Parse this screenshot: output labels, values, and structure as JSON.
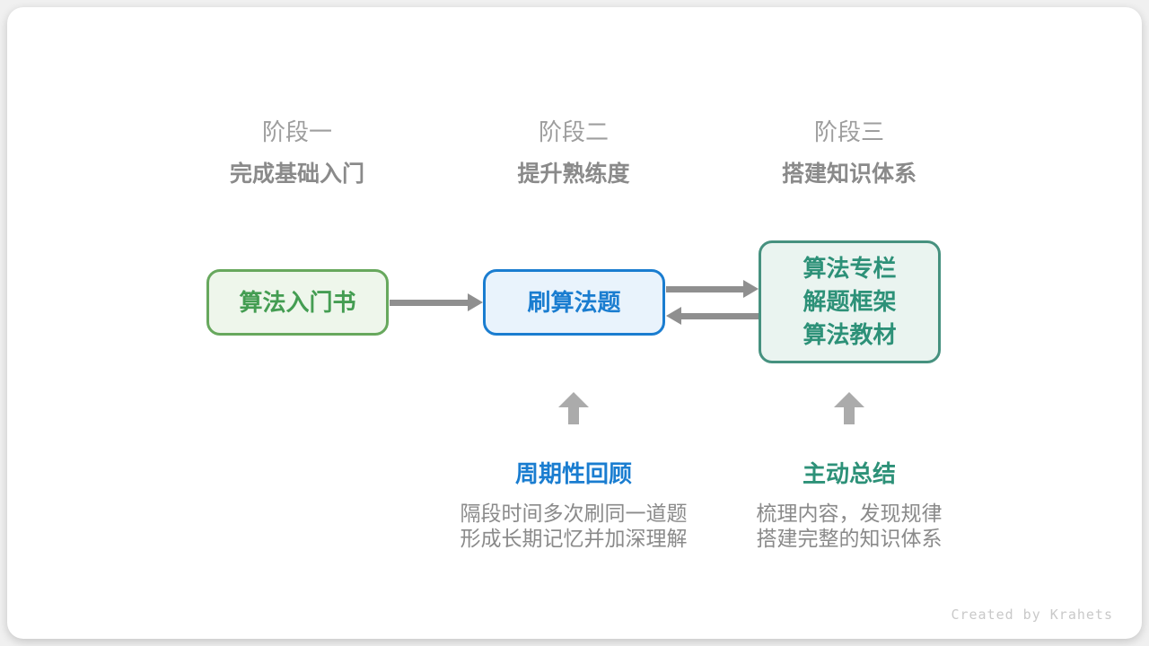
{
  "page": {
    "background_color": "#f0f0f0",
    "card_color": "#ffffff"
  },
  "stages": [
    {
      "label": "阶段一",
      "subtitle": "完成基础入门"
    },
    {
      "label": "阶段二",
      "subtitle": "提升熟练度"
    },
    {
      "label": "阶段三",
      "subtitle": "搭建知识体系"
    }
  ],
  "nodes": [
    {
      "id": "intro-book",
      "lines": [
        "算法入门书"
      ],
      "border_color": "#67a85d",
      "bg_color": "#eef6eb",
      "text_color": "#449d52"
    },
    {
      "id": "practice-problems",
      "lines": [
        "刷算法题"
      ],
      "border_color": "#1a7dd0",
      "bg_color": "#e9f3fc",
      "text_color": "#1a7dd0"
    },
    {
      "id": "knowledge-sources",
      "lines": [
        "算法专栏",
        "解题框架",
        "算法教材"
      ],
      "border_color": "#46917f",
      "bg_color": "#eaf4f0",
      "text_color": "#2d9178"
    }
  ],
  "connectors": {
    "arrow_color": "#8f8f8f",
    "up_arrow_color": "#ababab",
    "items": [
      {
        "name": "arrow-intro-to-practice",
        "direction": "right"
      },
      {
        "name": "arrow-practice-to-knowledge",
        "direction": "right"
      },
      {
        "name": "arrow-knowledge-to-practice",
        "direction": "left"
      },
      {
        "name": "up-arrow-review",
        "direction": "up"
      },
      {
        "name": "up-arrow-summary",
        "direction": "up"
      }
    ]
  },
  "annotations": [
    {
      "title": "周期性回顾",
      "title_color": "#1a7dd0",
      "line1": "隔段时间多次刷同一道题",
      "line2": "形成长期记忆并加深理解"
    },
    {
      "title": "主动总结",
      "title_color": "#2d9178",
      "line1": "梳理内容，发现规律",
      "line2": "搭建完整的知识体系"
    }
  ],
  "footer": {
    "credit": "Created by Krahets"
  }
}
